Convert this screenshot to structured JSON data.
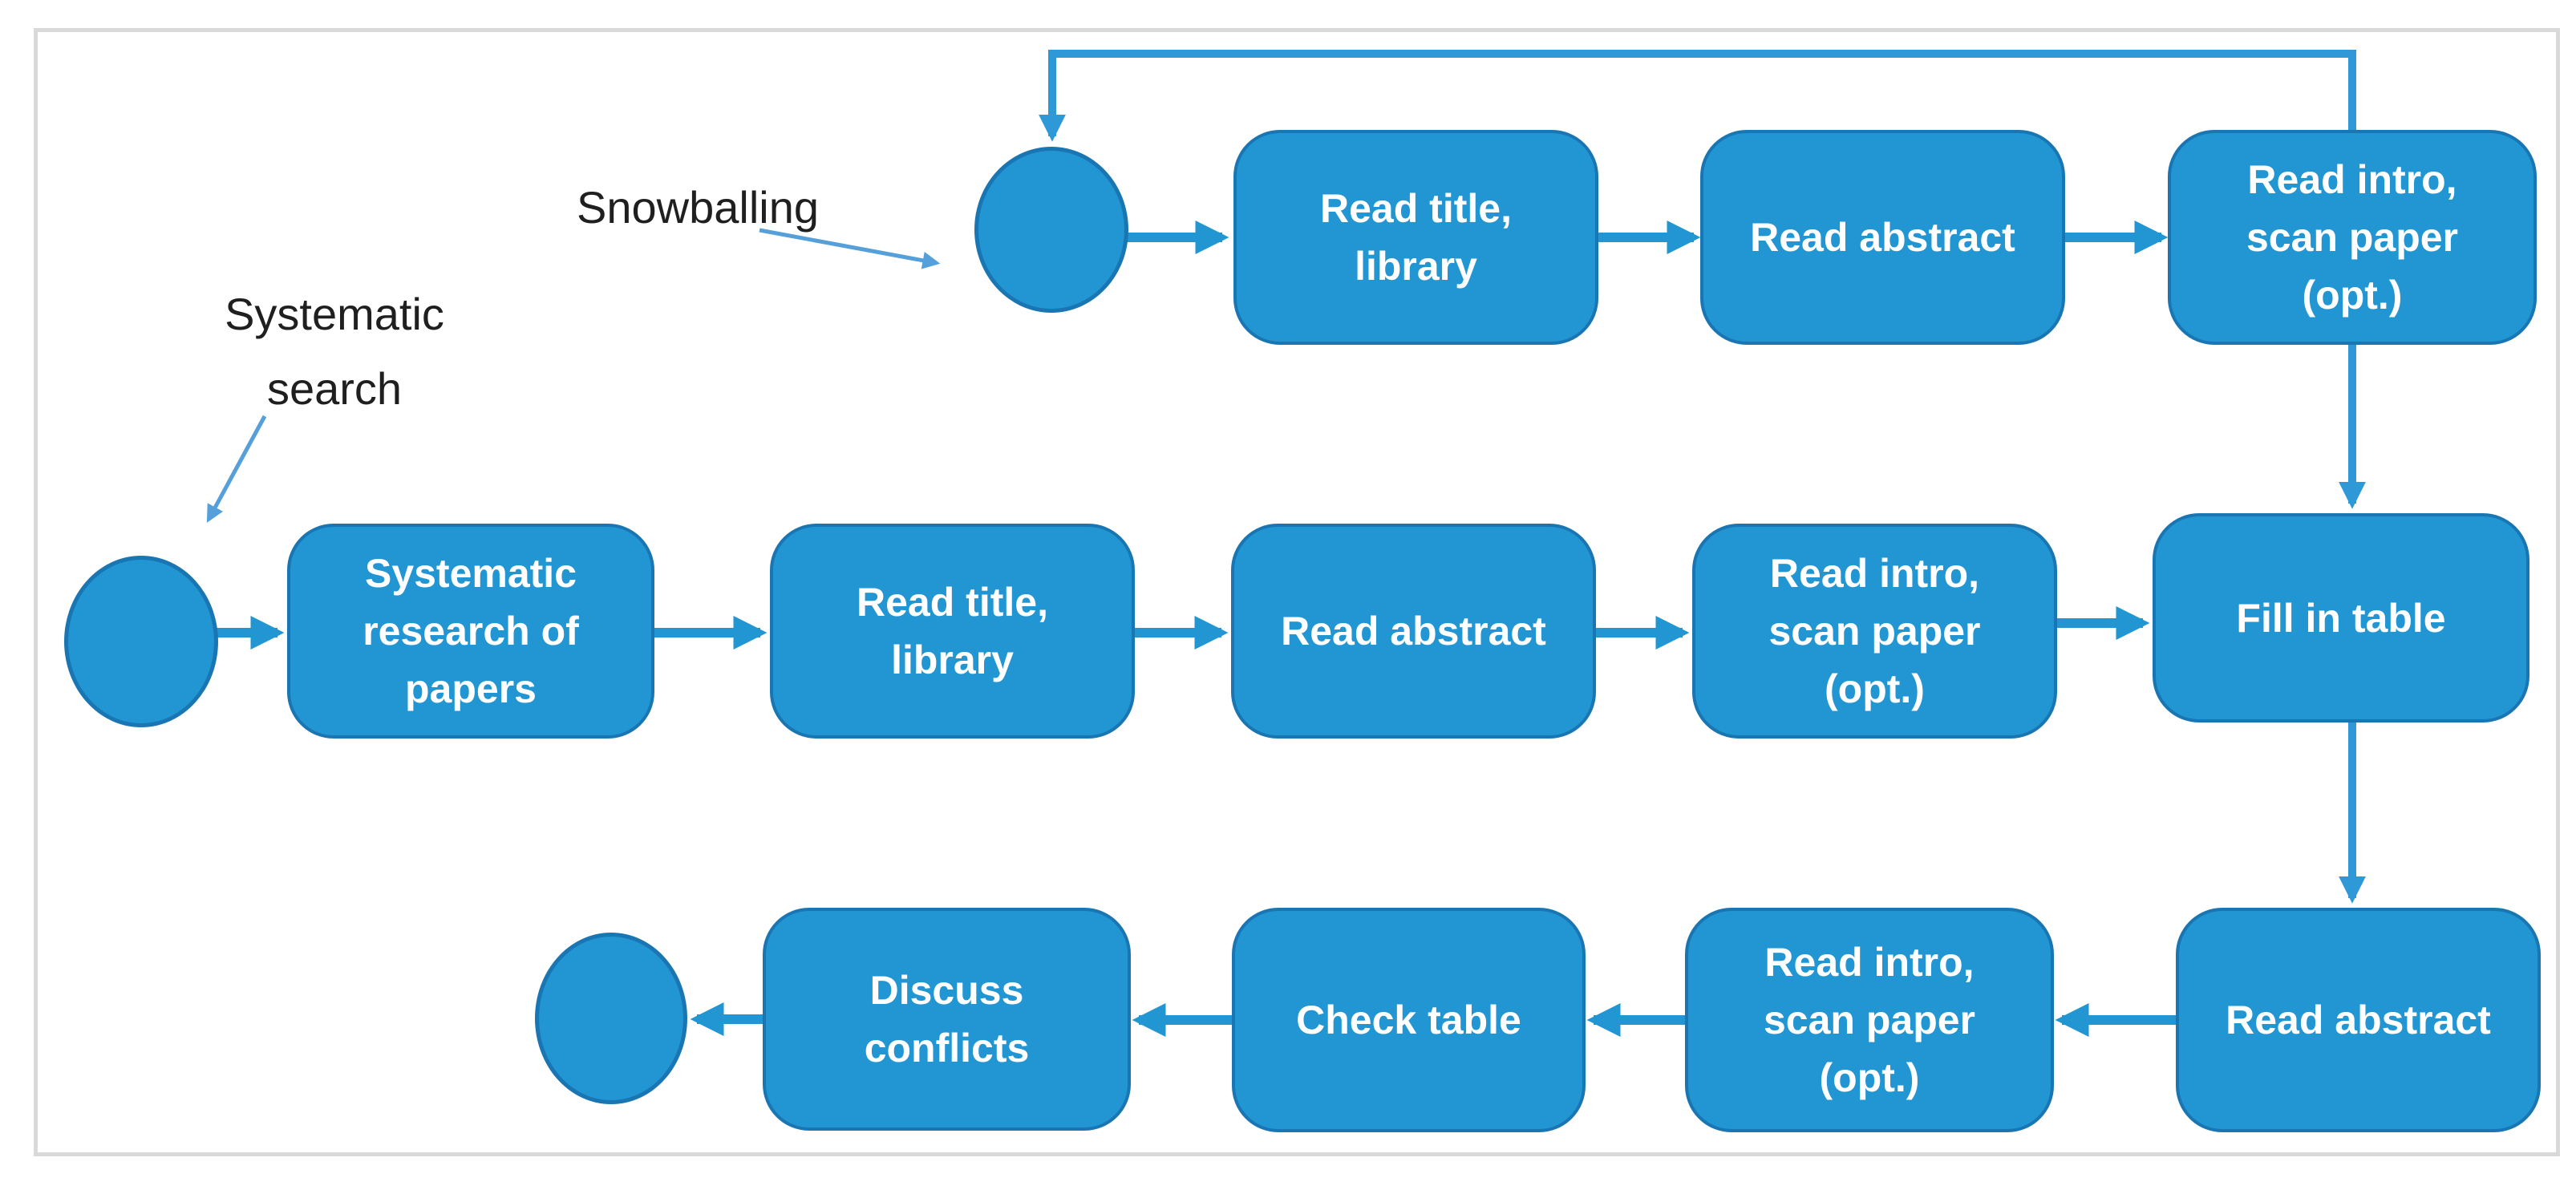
{
  "figure": {
    "type": "flowchart",
    "description": "Paper selection process with snowballing and systematic search paths"
  },
  "colors": {
    "node_fill": "#2196d3",
    "node_border": "#1a76b2",
    "node_text": "#ffffff",
    "connector": "#2196d3",
    "connector_thin": "#2e99d6",
    "label_arrow": "#55a0da",
    "frame_border": "#d9d9d9",
    "label_text": "#1f1f1f",
    "background": "#ffffff"
  },
  "labels": {
    "snowballing": "Snowballing",
    "systematic_search": "Systematic\nsearch"
  },
  "nodes": {
    "b1": {
      "label": "Read title,\nlibrary"
    },
    "b2": {
      "label": "Read abstract"
    },
    "b3": {
      "label": "Read intro,\nscan paper\n(opt.)"
    },
    "b4": {
      "label": "Systematic\nresearch of\npapers"
    },
    "b5": {
      "label": "Read title,\nlibrary"
    },
    "b6": {
      "label": "Read abstract"
    },
    "b7": {
      "label": "Read intro,\nscan paper\n(opt.)"
    },
    "b8": {
      "label": "Fill in table"
    },
    "b9": {
      "label": "Read abstract"
    },
    "b10": {
      "label": "Read intro,\nscan paper\n(opt.)"
    },
    "b11": {
      "label": "Check table"
    },
    "b12": {
      "label": "Discuss\nconflicts"
    }
  }
}
